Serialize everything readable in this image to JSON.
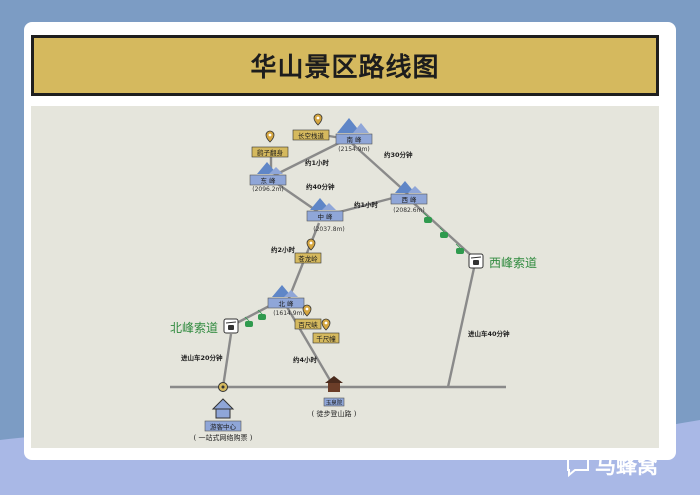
{
  "title": "华山景区路线图",
  "peaks": [
    {
      "id": "south",
      "name": "南 峰",
      "elevation": "(2154.9m)"
    },
    {
      "id": "east",
      "name": "东 峰",
      "elevation": "(2096.2m)"
    },
    {
      "id": "west",
      "name": "西 峰",
      "elevation": "(2082.6m)"
    },
    {
      "id": "center",
      "name": "中 峰",
      "elevation": "(2037.8m)"
    },
    {
      "id": "north",
      "name": "北 峰",
      "elevation": "(1614.9m)"
    }
  ],
  "spots": [
    {
      "id": "plank-road",
      "name": "长空栈道"
    },
    {
      "id": "chess-pavilion",
      "name": "鹞子翻身"
    },
    {
      "id": "canglong",
      "name": "苍龙岭"
    },
    {
      "id": "baichi",
      "name": "百尺峡"
    },
    {
      "id": "qianchi",
      "name": "千尺幢"
    }
  ],
  "durations": [
    {
      "id": "s-e",
      "text": "约1小时"
    },
    {
      "id": "s-w",
      "text": "约30分钟"
    },
    {
      "id": "e-c",
      "text": "约40分钟"
    },
    {
      "id": "w-c",
      "text": "约1小时"
    },
    {
      "id": "c-n",
      "text": "约2小时"
    },
    {
      "id": "n-visitor",
      "text": "进山车20分钟"
    },
    {
      "id": "n-gate",
      "text": "约4小时"
    },
    {
      "id": "w-road",
      "text": "进山车40分钟"
    }
  ],
  "cableways": [
    {
      "id": "north",
      "name": "北峰索道"
    },
    {
      "id": "west",
      "name": "西峰索道"
    }
  ],
  "visitor_center": {
    "name": "游客中心",
    "note": "( 一站式网络购票 )"
  },
  "mountain_gate": {
    "name": "玉泉院",
    "note": "( 徒步登山路 )"
  },
  "watermark": "马蜂窝",
  "colors": {
    "title_bg": "#d5b95e",
    "map_bg": "#e5e5dc",
    "route": "#8a8a8a",
    "peak_label": "#8fa6d8",
    "mountain": "#5f86c7",
    "spot_label": "#d5b95e",
    "cable_green": "#2f9a4e",
    "page_bg": "#7c9cc4"
  }
}
